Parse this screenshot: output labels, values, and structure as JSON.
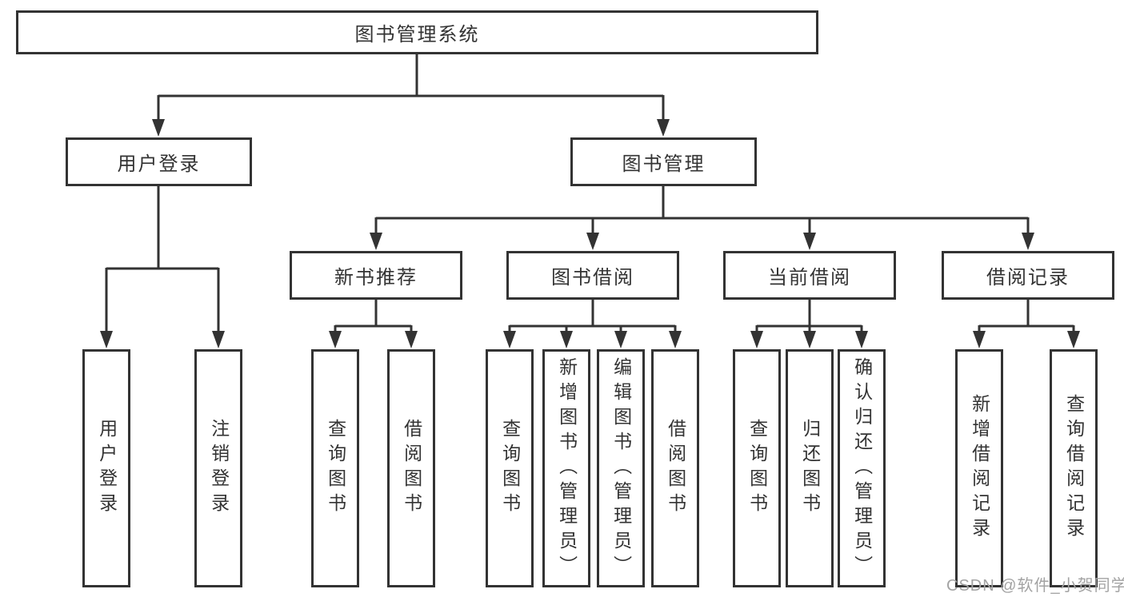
{
  "diagram": {
    "root": {
      "label": "图书管理系统"
    },
    "level2": [
      {
        "id": "user-login",
        "label": "用户登录"
      },
      {
        "id": "book-management",
        "label": "图书管理"
      }
    ],
    "level3": [
      {
        "id": "new-book-recommend",
        "label": "新书推荐"
      },
      {
        "id": "book-borrow",
        "label": "图书借阅"
      },
      {
        "id": "current-borrow",
        "label": "当前借阅"
      },
      {
        "id": "borrow-records",
        "label": "借阅记录"
      }
    ],
    "leaves": {
      "user_login": [
        {
          "label": "用户登录"
        },
        {
          "label": "注销登录"
        }
      ],
      "new_book": [
        {
          "label": "查询图书"
        },
        {
          "label": "借阅图书"
        }
      ],
      "book_borrow": [
        {
          "label": "查询图书"
        },
        {
          "label": "新增图书（管理员）"
        },
        {
          "label": "编辑图书（管理员）"
        },
        {
          "label": "借阅图书"
        }
      ],
      "current_borrow": [
        {
          "label": "查询图书"
        },
        {
          "label": "归还图书"
        },
        {
          "label": "确认归还（管理员）"
        }
      ],
      "records": [
        {
          "label": "新增借阅记录"
        },
        {
          "label": "查询借阅记录"
        }
      ]
    }
  },
  "watermark": {
    "text": "CSDN @软件_小贺同学"
  },
  "colors": {
    "line": "#333333",
    "text": "#333333",
    "background": "#ffffff",
    "watermark": "#a3a3a3"
  }
}
